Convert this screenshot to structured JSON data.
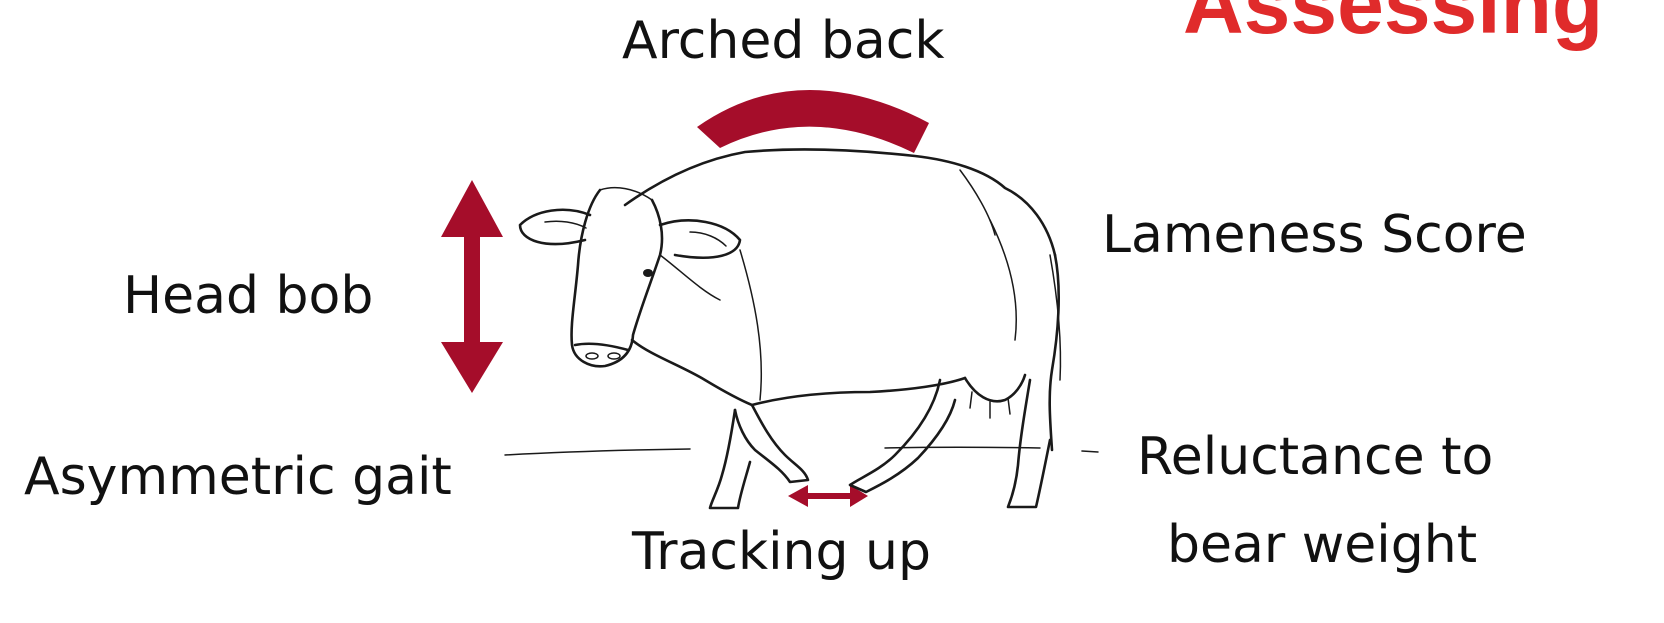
{
  "title": "Assessing",
  "labels": {
    "arched_back": "Arched back",
    "head_bob": "Head bob",
    "lameness_score": "Lameness Score",
    "asymmetric_gait": "Asymmetric gait",
    "tracking_up": "Tracking up",
    "reluctance_line1": "Reluctance to",
    "reluctance_line2": "bear weight"
  },
  "colors": {
    "accent": "#a50d2a",
    "title": "#e02b2b",
    "text": "#111111",
    "ink": "#1a1a1a"
  },
  "icons": {
    "arch": "arched-back-indicator-icon",
    "head_bob": "vertical-double-arrow-icon",
    "tracking": "horizontal-double-arrow-icon",
    "animal": "cow-illustration"
  }
}
